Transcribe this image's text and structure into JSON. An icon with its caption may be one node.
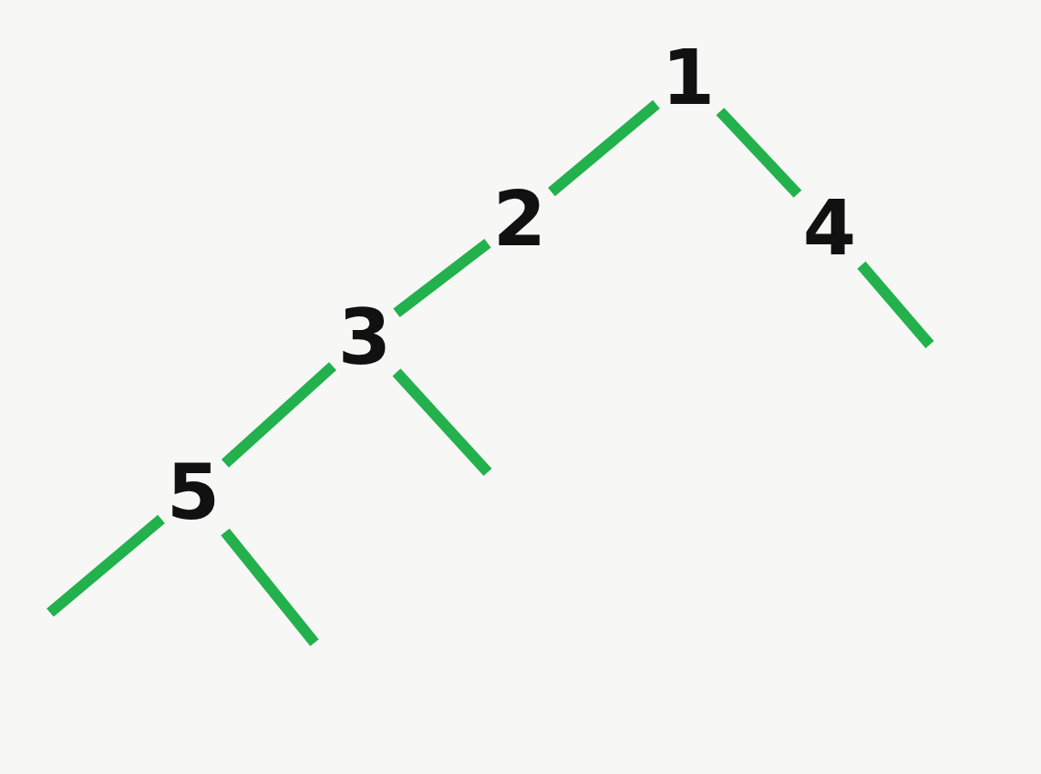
{
  "diagram": {
    "nodes": [
      {
        "text": [
          "1"
        ]
      },
      {
        "text": [
          "2"
        ]
      },
      {
        "text": [
          "4"
        ]
      },
      {
        "text": [
          "3"
        ]
      },
      {
        "text": [
          "5"
        ]
      }
    ],
    "edges": [
      {
        "from": 0,
        "to": 1,
        "arrow": "none"
      },
      {
        "from": 0,
        "to": 2,
        "arrow": "none"
      },
      {
        "from": 1,
        "to": 3,
        "arrow": "none"
      },
      {
        "from": 2,
        "to": null,
        "arrow": "none"
      },
      {
        "from": 3,
        "to": 4,
        "arrow": "none"
      },
      {
        "from": 3,
        "to": null,
        "arrow": "none"
      },
      {
        "from": 4,
        "to": null,
        "arrow": "none"
      },
      {
        "from": 4,
        "to": null,
        "arrow": "none"
      }
    ]
  }
}
